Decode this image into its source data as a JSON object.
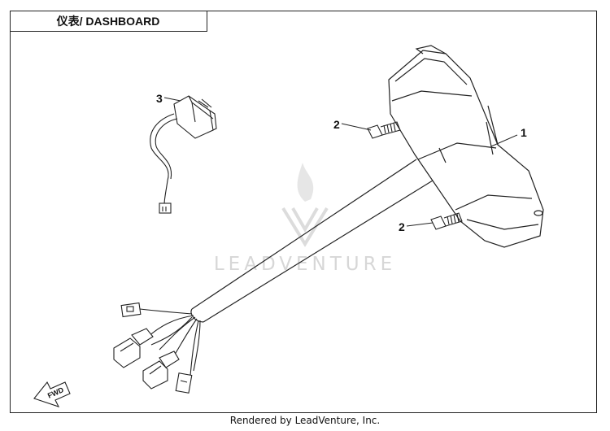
{
  "title": "仪表/ DASHBOARD",
  "callouts": {
    "c1": "1",
    "c2a": "2",
    "c2b": "2",
    "c3": "3"
  },
  "fwd_label": "FWD",
  "watermark": "LEADVENTURE",
  "footer": "Rendered by LeadVenture, Inc."
}
